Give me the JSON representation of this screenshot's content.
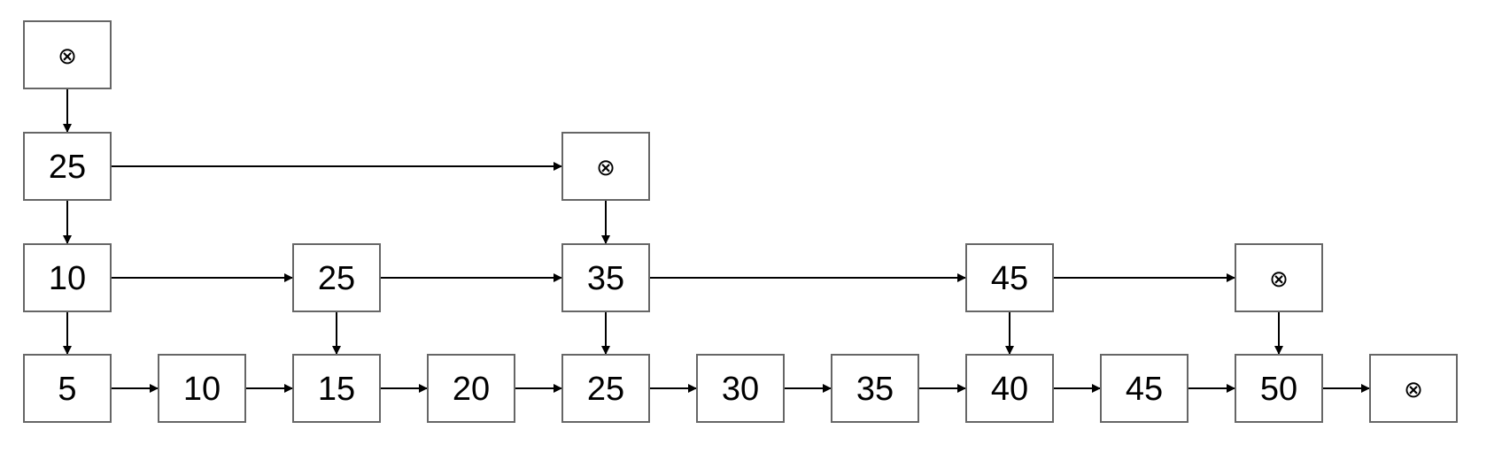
{
  "levels": [
    {
      "nodes": [
        "⊗"
      ]
    },
    {
      "nodes": [
        "25",
        "⊗"
      ]
    },
    {
      "nodes": [
        "10",
        "25",
        "35",
        "45",
        "⊗"
      ]
    },
    {
      "nodes": [
        "5",
        "10",
        "15",
        "20",
        "25",
        "30",
        "35",
        "40",
        "45",
        "50",
        "⊗"
      ]
    }
  ],
  "down_links": [
    {
      "from": [
        0,
        0
      ],
      "to": [
        1,
        0
      ]
    },
    {
      "from": [
        1,
        0
      ],
      "to": [
        2,
        0
      ]
    },
    {
      "from": [
        1,
        1
      ],
      "to": [
        2,
        2
      ]
    },
    {
      "from": [
        2,
        0
      ],
      "to": [
        3,
        0
      ]
    },
    {
      "from": [
        2,
        1
      ],
      "to": [
        3,
        2
      ]
    },
    {
      "from": [
        2,
        2
      ],
      "to": [
        3,
        4
      ]
    },
    {
      "from": [
        2,
        3
      ],
      "to": [
        3,
        7
      ]
    },
    {
      "from": [
        2,
        4
      ],
      "to": [
        3,
        9
      ]
    }
  ],
  "colors": {
    "node_border": "#666666",
    "edge": "#000000",
    "text": "#000000"
  }
}
